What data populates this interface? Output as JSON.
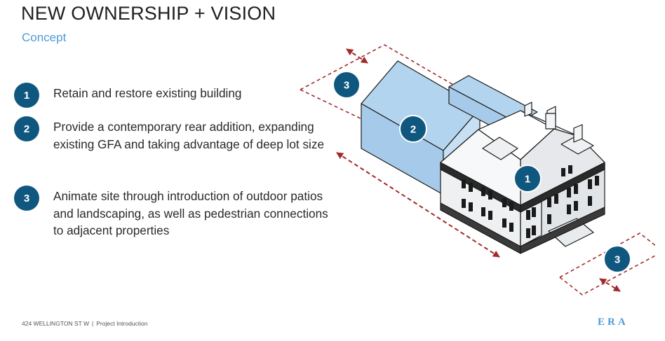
{
  "header": {
    "title": "NEW OWNERSHIP + VISION",
    "subtitle": "Concept"
  },
  "items": [
    {
      "number": "1",
      "text": "Retain and restore existing building"
    },
    {
      "number": "2",
      "text": "Provide a contemporary rear addition, expanding existing GFA and taking advantage of deep lot size"
    },
    {
      "number": "3",
      "text": "Animate site through introduction of outdoor patios and landscaping, as well as pedestrian connections to adjacent properties"
    }
  ],
  "diagram": {
    "labels": {
      "existing": "1",
      "addition": "2",
      "site_back": "3",
      "site_front": "3"
    },
    "colors": {
      "addition": "#b3d4ee",
      "building": "#eef0f2",
      "badge": "#10577f",
      "dashed": "#a32a2a",
      "line": "#1a1a1a"
    }
  },
  "footer": {
    "address": "424 WELLINGTON ST W",
    "section": "Project Introduction"
  },
  "logo": {
    "text": "ERA"
  }
}
